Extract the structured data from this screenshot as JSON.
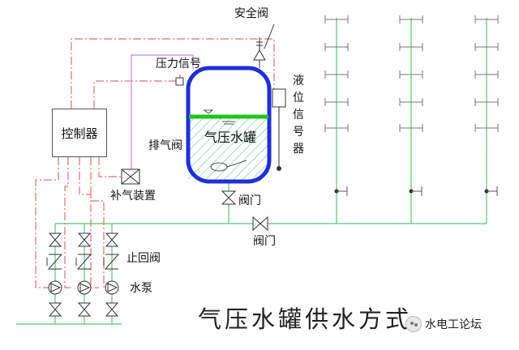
{
  "title": "气压水罐供水方式",
  "labels": {
    "safety_valve": "安全阀",
    "pressure_signal": "压力信号",
    "level_signal": "液位信号器",
    "tank": "气压水罐",
    "exhaust_valve": "排气阀",
    "controller": "控制器",
    "air_supply": "补气装置",
    "valve_bottom": "阀门",
    "valve_main": "阀门",
    "check_valve": "止回阀",
    "pump": "水泵"
  },
  "watermark": "水电工论坛",
  "colors": {
    "pipe": "#5fc07a",
    "signal": "#e07070",
    "air": "#c48ad6",
    "tank": "#1f2fd6",
    "water_level": "#22c322",
    "hatch": "#6cc79a"
  }
}
